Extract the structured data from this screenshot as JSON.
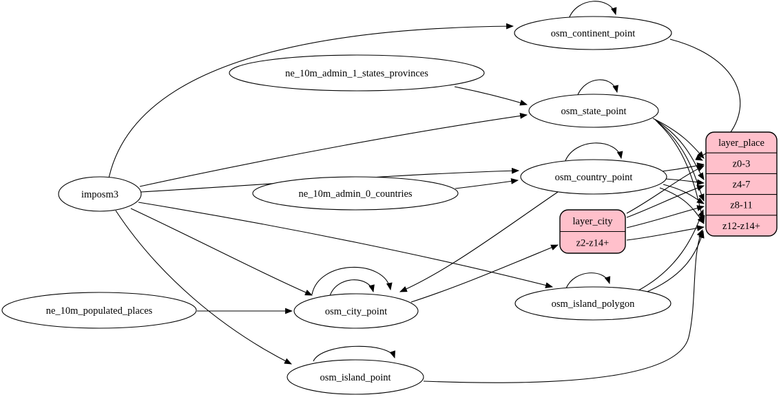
{
  "graph": {
    "colors": {
      "background": "#ffffff",
      "table_node_fill": "#ffffff",
      "record_node_fill": "#ffc0cb",
      "stroke": "#000000",
      "text": "#000000"
    },
    "nodes": [
      {
        "id": "imposm3",
        "label": "imposm3"
      },
      {
        "id": "ne_10m_admin_1_states_provinces",
        "label": "ne_10m_admin_1_states_provinces"
      },
      {
        "id": "ne_10m_admin_0_countries",
        "label": "ne_10m_admin_0_countries"
      },
      {
        "id": "ne_10m_populated_places",
        "label": "ne_10m_populated_places"
      },
      {
        "id": "osm_continent_point",
        "label": "osm_continent_point"
      },
      {
        "id": "osm_state_point",
        "label": "osm_state_point"
      },
      {
        "id": "osm_country_point",
        "label": "osm_country_point"
      },
      {
        "id": "osm_city_point",
        "label": "osm_city_point"
      },
      {
        "id": "osm_island_polygon",
        "label": "osm_island_polygon"
      },
      {
        "id": "osm_island_point",
        "label": "osm_island_point"
      }
    ],
    "records": [
      {
        "id": "layer_place",
        "title": "layer_place",
        "rows": [
          {
            "id": "z0-3",
            "label": "z0-3"
          },
          {
            "id": "z4-7",
            "label": "z4-7"
          },
          {
            "id": "z8-11",
            "label": "z8-11"
          },
          {
            "id": "z12-z14+",
            "label": "z12-z14+"
          }
        ]
      },
      {
        "id": "layer_city",
        "title": "layer_city",
        "rows": [
          {
            "id": "z2-z14+",
            "label": "z2-z14+"
          }
        ]
      }
    ],
    "edges": [
      {
        "from": "imposm3",
        "to": "osm_continent_point"
      },
      {
        "from": "imposm3",
        "to": "osm_state_point"
      },
      {
        "from": "imposm3",
        "to": "osm_country_point"
      },
      {
        "from": "imposm3",
        "to": "osm_city_point"
      },
      {
        "from": "imposm3",
        "to": "osm_island_polygon"
      },
      {
        "from": "imposm3",
        "to": "osm_island_point"
      },
      {
        "from": "ne_10m_admin_1_states_provinces",
        "to": "osm_state_point"
      },
      {
        "from": "ne_10m_admin_0_countries",
        "to": "osm_country_point"
      },
      {
        "from": "ne_10m_populated_places",
        "to": "osm_city_point"
      },
      {
        "from": "osm_country_point",
        "to": "osm_city_point"
      },
      {
        "from": "osm_continent_point",
        "to": "osm_continent_point",
        "self": true
      },
      {
        "from": "osm_state_point",
        "to": "osm_state_point",
        "self": true
      },
      {
        "from": "osm_country_point",
        "to": "osm_country_point",
        "self": true
      },
      {
        "from": "osm_city_point",
        "to": "osm_city_point",
        "self": true
      },
      {
        "from": "osm_city_point",
        "to": "osm_city_point",
        "self": true,
        "variant": 2
      },
      {
        "from": "osm_island_polygon",
        "to": "osm_island_polygon",
        "self": true
      },
      {
        "from": "osm_island_point",
        "to": "osm_island_point",
        "self": true
      },
      {
        "from": "osm_continent_point",
        "to": "layer_place",
        "row": "z0-3"
      },
      {
        "from": "osm_state_point",
        "to": "layer_place",
        "row": "z0-3"
      },
      {
        "from": "osm_state_point",
        "to": "layer_place",
        "row": "z4-7"
      },
      {
        "from": "osm_state_point",
        "to": "layer_place",
        "row": "z8-11"
      },
      {
        "from": "osm_state_point",
        "to": "layer_place",
        "row": "z12-z14+"
      },
      {
        "from": "osm_country_point",
        "to": "layer_place",
        "row": "z0-3"
      },
      {
        "from": "osm_country_point",
        "to": "layer_place",
        "row": "z4-7"
      },
      {
        "from": "osm_country_point",
        "to": "layer_place",
        "row": "z8-11"
      },
      {
        "from": "osm_country_point",
        "to": "layer_place",
        "row": "z12-z14+"
      },
      {
        "from": "osm_city_point",
        "to": "layer_city",
        "row": "z2-z14+"
      },
      {
        "from": "layer_city",
        "to": "layer_place",
        "row": "z0-3"
      },
      {
        "from": "layer_city",
        "to": "layer_place",
        "row": "z4-7"
      },
      {
        "from": "layer_city",
        "to": "layer_place",
        "row": "z8-11"
      },
      {
        "from": "layer_city",
        "to": "layer_place",
        "row": "z12-z14+"
      },
      {
        "from": "osm_island_polygon",
        "to": "layer_place",
        "row": "z8-11"
      },
      {
        "from": "osm_island_polygon",
        "to": "layer_place",
        "row": "z12-z14+"
      },
      {
        "from": "osm_island_point",
        "to": "layer_place",
        "row": "z12-z14+"
      }
    ]
  }
}
